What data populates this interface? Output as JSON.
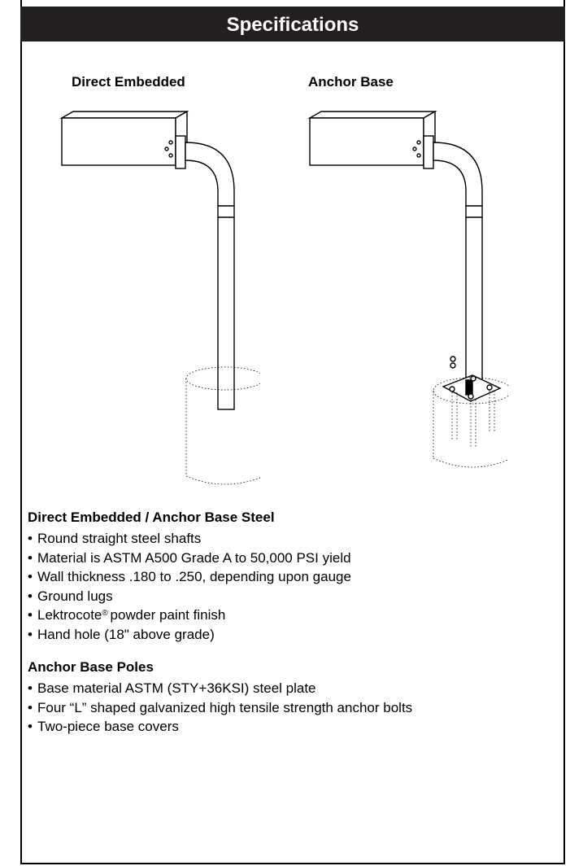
{
  "header": {
    "title": "Specifications"
  },
  "figures": {
    "left_label": "Direct Embedded",
    "right_label": "Anchor Base"
  },
  "section1": {
    "heading": "Direct Embedded / Anchor Base Steel",
    "items": [
      "Round straight steel shafts",
      "Material is ASTM A500 Grade A to 50,000 PSI yield",
      "Wall thickness .180 to .250, depending upon gauge",
      "Ground lugs",
      "Lektrocote",
      "® ",
      "powder paint finish",
      "Hand hole (18\" above grade)"
    ]
  },
  "section2": {
    "heading": "Anchor Base Poles",
    "items": [
      "Base material ASTM (STY+36KSI) steel plate",
      "Four “L” shaped galvanized high tensile strength anchor bolts",
      "Two-piece base covers"
    ]
  },
  "colors": {
    "header_bg": "#231f20",
    "header_text": "#ffffff"
  }
}
